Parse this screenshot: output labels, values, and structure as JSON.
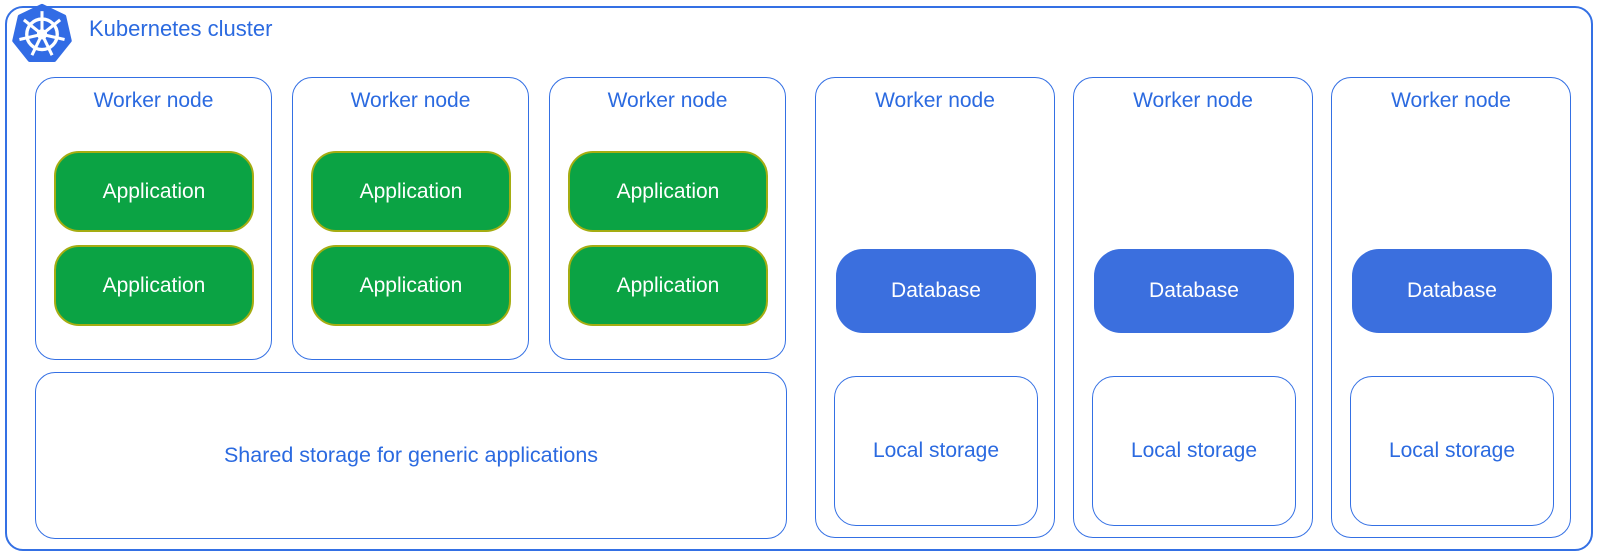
{
  "colors": {
    "border_blue": "#3470e4",
    "text_blue": "#2b6ae0",
    "logo_blue": "#326ce5",
    "database_fill": "#3b6fde",
    "application_fill": "#0ba344",
    "application_border": "#a5ad12",
    "pill_text": "#ffffff",
    "background": "#ffffff"
  },
  "cluster": {
    "title": "Kubernetes cluster",
    "logo_icon": "kubernetes-helm-logo"
  },
  "worker_nodes": [
    {
      "title": "Worker node",
      "applications": [
        "Application",
        "Application"
      ]
    },
    {
      "title": "Worker node",
      "applications": [
        "Application",
        "Application"
      ]
    },
    {
      "title": "Worker node",
      "applications": [
        "Application",
        "Application"
      ]
    },
    {
      "title": "Worker node",
      "database": "Database",
      "local_storage": "Local storage"
    },
    {
      "title": "Worker node",
      "database": "Database",
      "local_storage": "Local storage"
    },
    {
      "title": "Worker node",
      "database": "Database",
      "local_storage": "Local storage"
    }
  ],
  "shared_storage": {
    "label": "Shared storage for generic applications"
  }
}
